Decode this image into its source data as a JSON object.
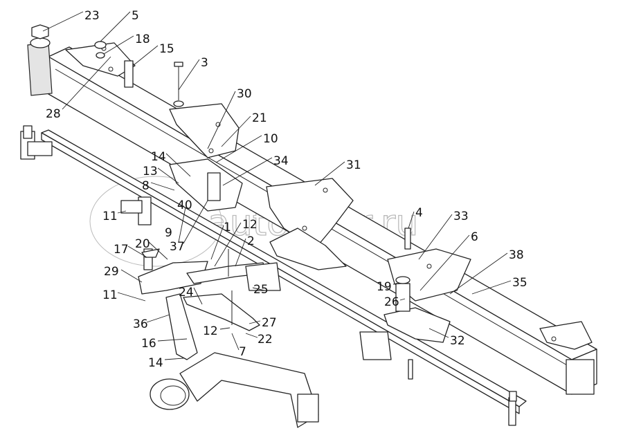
{
  "title": "Exploded parts diagram - frame and pivot assembly",
  "watermark": "autopiter.ru",
  "labels": [
    "23",
    "5",
    "18",
    "15",
    "3",
    "28",
    "30",
    "21",
    "10",
    "14",
    "34",
    "31",
    "13",
    "8",
    "11",
    "40",
    "9",
    "37",
    "1",
    "12",
    "2",
    "4",
    "33",
    "6",
    "38",
    "35",
    "17",
    "20",
    "29",
    "19",
    "26",
    "25",
    "11",
    "24",
    "36",
    "27",
    "12",
    "22",
    "32",
    "16",
    "7",
    "14"
  ]
}
